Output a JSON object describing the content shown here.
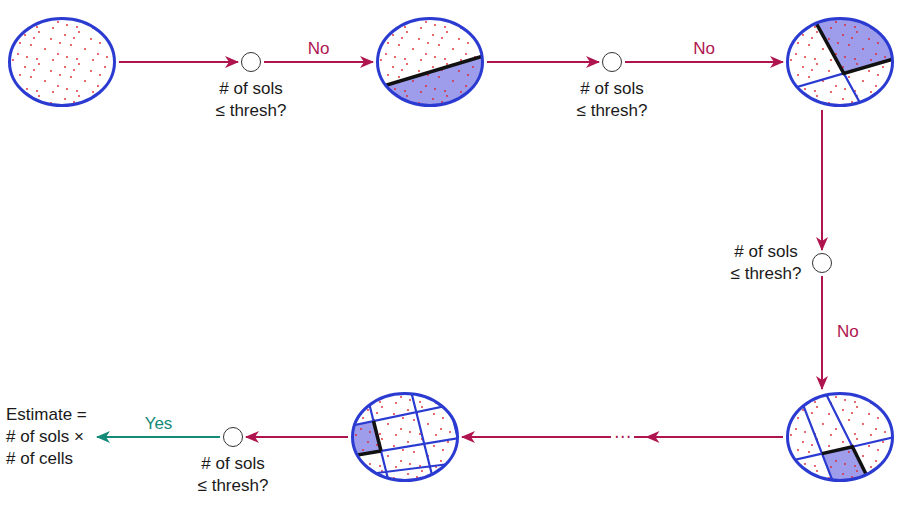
{
  "diagram": {
    "nodes": [
      {
        "text": []
      },
      {
        "text": [
          "# of sols ≤ thresh?"
        ]
      },
      {
        "text": []
      },
      {
        "text": [
          "# of sols ≤ thresh?"
        ]
      },
      {
        "text": []
      },
      {
        "text": [
          "# of sols ≤ thresh?"
        ]
      },
      {
        "text": []
      },
      {
        "text": []
      },
      {
        "text": [
          "# of sols ≤ thresh?"
        ]
      },
      {
        "text": [
          "Estimate = # of sols × # of cells"
        ]
      }
    ],
    "edges": [
      {
        "from": 0,
        "to": 1,
        "arrow": "to"
      },
      {
        "from": 1,
        "to": 2,
        "label": "No",
        "arrow": "to"
      },
      {
        "from": 2,
        "to": 3,
        "arrow": "to"
      },
      {
        "from": 3,
        "to": 4,
        "label": "No",
        "arrow": "to"
      },
      {
        "from": 4,
        "to": 5,
        "arrow": "to"
      },
      {
        "from": 5,
        "to": 6,
        "label": "No",
        "arrow": "to"
      },
      {
        "from": 6,
        "to": 7,
        "label": "⋯",
        "arrow": "to"
      },
      {
        "from": 7,
        "to": 8,
        "arrow": "to"
      },
      {
        "from": 8,
        "to": 9,
        "label": "Yes",
        "arrow": "to"
      }
    ]
  }
}
